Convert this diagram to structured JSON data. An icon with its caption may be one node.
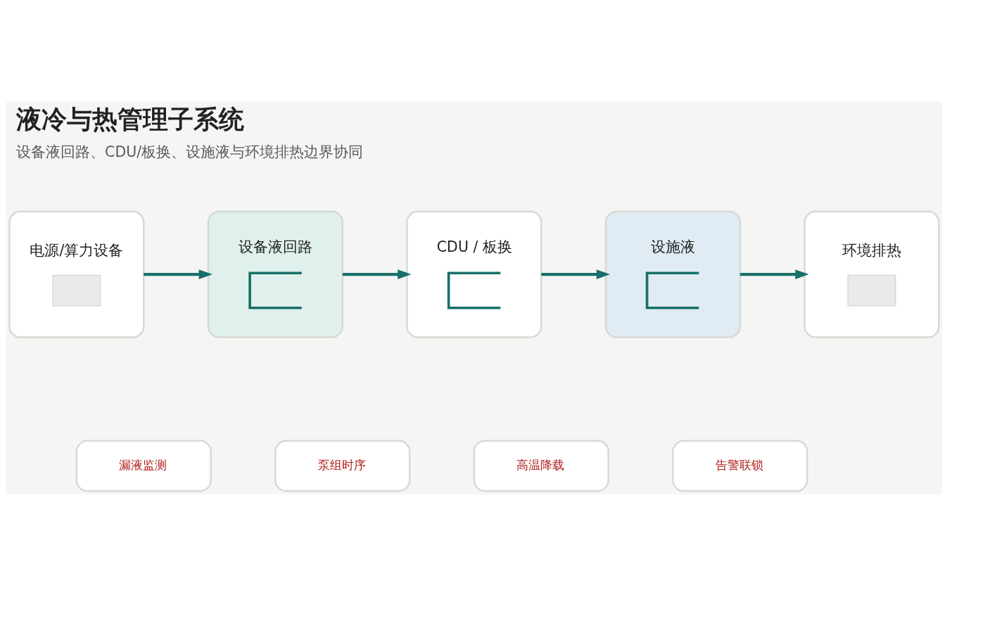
{
  "diagram": {
    "title": "液冷与热管理子系统",
    "caption": "设备液回路、CDU/板换、设施液与环境排热边界协同",
    "nodes": [
      {
        "text": [
          "电源/算力设备"
        ]
      },
      {
        "text": [
          "设备液回路"
        ]
      },
      {
        "text": [
          "CDU / 板换"
        ]
      },
      {
        "text": [
          "设施液"
        ]
      },
      {
        "text": [
          "环境排热"
        ]
      },
      {
        "text": [
          "漏液监测"
        ]
      },
      {
        "text": [
          "泵组时序"
        ]
      },
      {
        "text": [
          "高温降载"
        ]
      },
      {
        "text": [
          "告警联锁"
        ]
      }
    ],
    "edges": [
      {
        "from": 0,
        "to": 1,
        "arrow": "to"
      },
      {
        "from": 1,
        "to": 2,
        "arrow": "to"
      },
      {
        "from": 2,
        "to": 3,
        "arrow": "to"
      },
      {
        "from": 3,
        "to": 4,
        "arrow": "to"
      }
    ]
  }
}
